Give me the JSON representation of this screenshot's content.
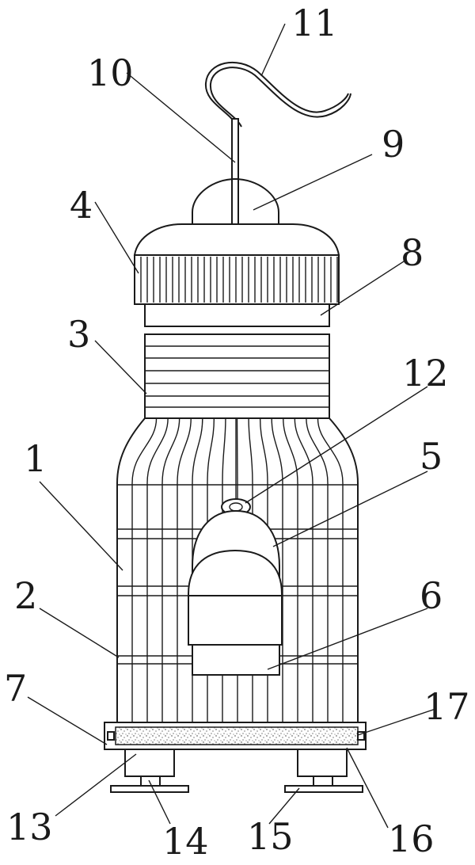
{
  "figure": {
    "parts": [
      {
        "id": "cage-body",
        "label": "1"
      },
      {
        "id": "cage-bars",
        "label": "2"
      },
      {
        "id": "cage-neck",
        "label": "3"
      },
      {
        "id": "top-cover",
        "label": "4"
      },
      {
        "id": "feeder-cup",
        "label": "5"
      },
      {
        "id": "feeder-base",
        "label": "6"
      },
      {
        "id": "base-frame",
        "label": "7"
      },
      {
        "id": "cover-ring",
        "label": "8"
      },
      {
        "id": "dome-cap",
        "label": "9"
      },
      {
        "id": "hanging-rod",
        "label": "10"
      },
      {
        "id": "hook",
        "label": "11"
      },
      {
        "id": "small-ring",
        "label": "12"
      },
      {
        "id": "left-foot",
        "label": "13"
      },
      {
        "id": "left-foot-plate",
        "label": "14"
      },
      {
        "id": "right-foot-plate",
        "label": "15"
      },
      {
        "id": "filter-pad",
        "label": "16"
      },
      {
        "id": "side-clip",
        "label": "17"
      }
    ]
  },
  "colors": {
    "line": "#1a1a1a",
    "background": "#ffffff"
  }
}
